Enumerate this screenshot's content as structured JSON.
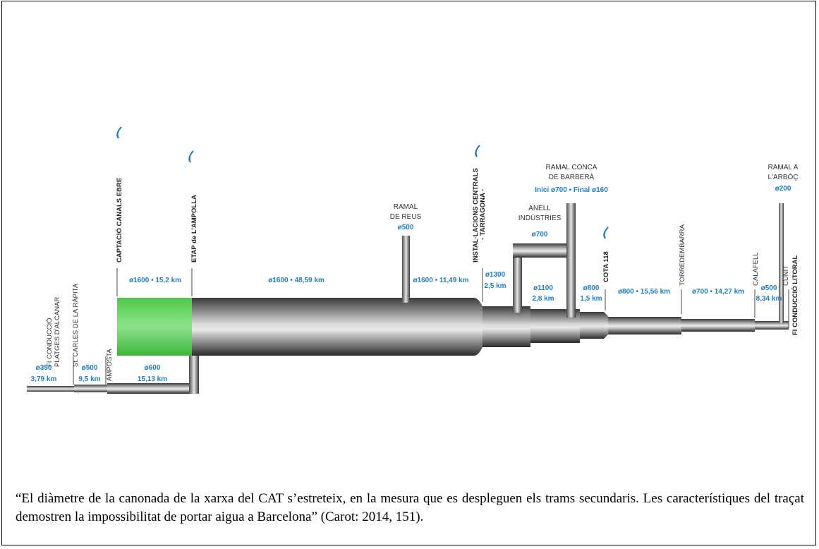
{
  "diagram": {
    "pipeline_labels": {
      "d350": "ø350",
      "l350": "3,79 km",
      "d500a": "ø500",
      "l500a": "9,5 km",
      "d600": "ø600",
      "l600": "15,13 km",
      "seg1": "ø1600 • 15,2 km",
      "seg2": "ø1600 • 48,59 km",
      "seg3": "ø1600 • 11,49 km",
      "d1300": "ø1300",
      "l1300": "2,5 km",
      "d1100": "ø1100",
      "l1100": "2,8 km",
      "d800a": "ø800",
      "l800a": "1,5 km",
      "seg800": "ø800 • 15,56 km",
      "seg700": "ø700 • 14,27 km",
      "d500b": "ø500",
      "l500b": "8,34 km"
    },
    "branches": {
      "reus_l1": "RAMAL",
      "reus_l2": "DE REUS",
      "reus_d": "ø500",
      "anell_l1": "ANELL",
      "anell_l2": "INDÚSTRIES",
      "anell_d": "ø700",
      "conca_l1": "RAMAL CONCA",
      "conca_l2": "DE BARBERÀ",
      "conca_d": "Inici ø700 • Final ø160",
      "arboc_l1": "RAMAL A",
      "arboc_l2": "L'ARBÒÇ",
      "arboc_d": "ø200"
    },
    "stations": {
      "fi1_a": "FI CONDUCCIÓ",
      "fi1_b": "PLATGES D'ALCANAR",
      "carles": "St. CARLES DE LA RÀPITA",
      "amposta": "AMPOSTA",
      "captacio": "CAPTACIÓ CANALS EBRE",
      "etap": "ETAP de L'AMPOLLA",
      "instal_a": "INSTAL·LACIONS CENTRALS",
      "instal_b": "- TARRAGONA -",
      "cota": "COTA 118",
      "torre": "TORREDEMBARRA",
      "calafell": "CALAFELL",
      "cunit": "CUNIT",
      "fi2": "FI CONDUCCIÓ LITORAL"
    },
    "colors": {
      "pipe_dark": "#2e2e2e",
      "pipe_light": "#e6e6e6",
      "accent_green": "#3fc23f",
      "label_blue": "#1f7ec3"
    }
  },
  "caption": "“El diàmetre de la canonada de la xarxa del CAT s’estreteix, en la mesura que es despleguen els trams secundaris. Les característiques del traçat demostren la impossibilitat de portar aigua a Barcelona” (Carot: 2014, 151)."
}
